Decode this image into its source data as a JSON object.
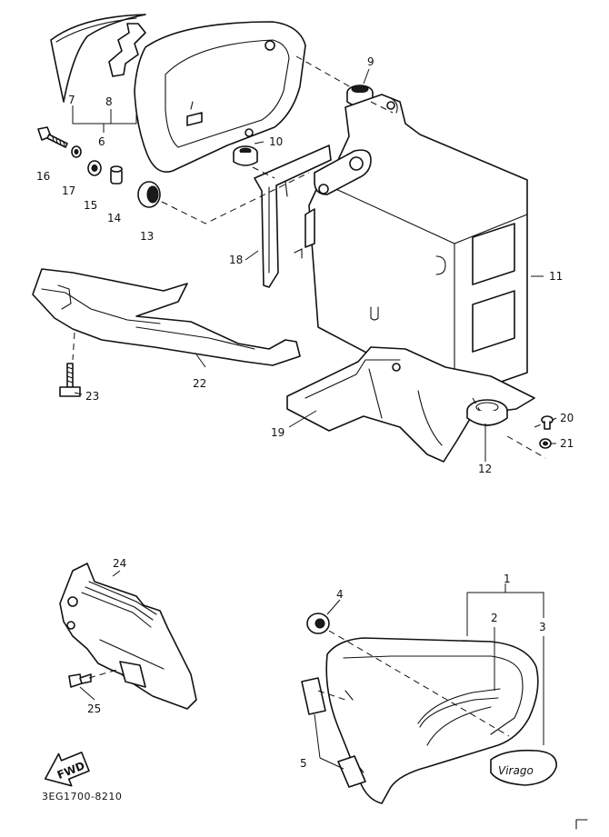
{
  "diagram": {
    "part_numbers": [
      "1",
      "2",
      "3",
      "4",
      "5",
      "6",
      "7",
      "8",
      "9",
      "10",
      "11",
      "12",
      "13",
      "14",
      "15",
      "16",
      "17",
      "18",
      "19",
      "20",
      "21",
      "22",
      "23",
      "24",
      "25"
    ],
    "fwd_label": "FWD",
    "drawing_code": "3EG1700-8210",
    "emblem_text": "Virago"
  }
}
